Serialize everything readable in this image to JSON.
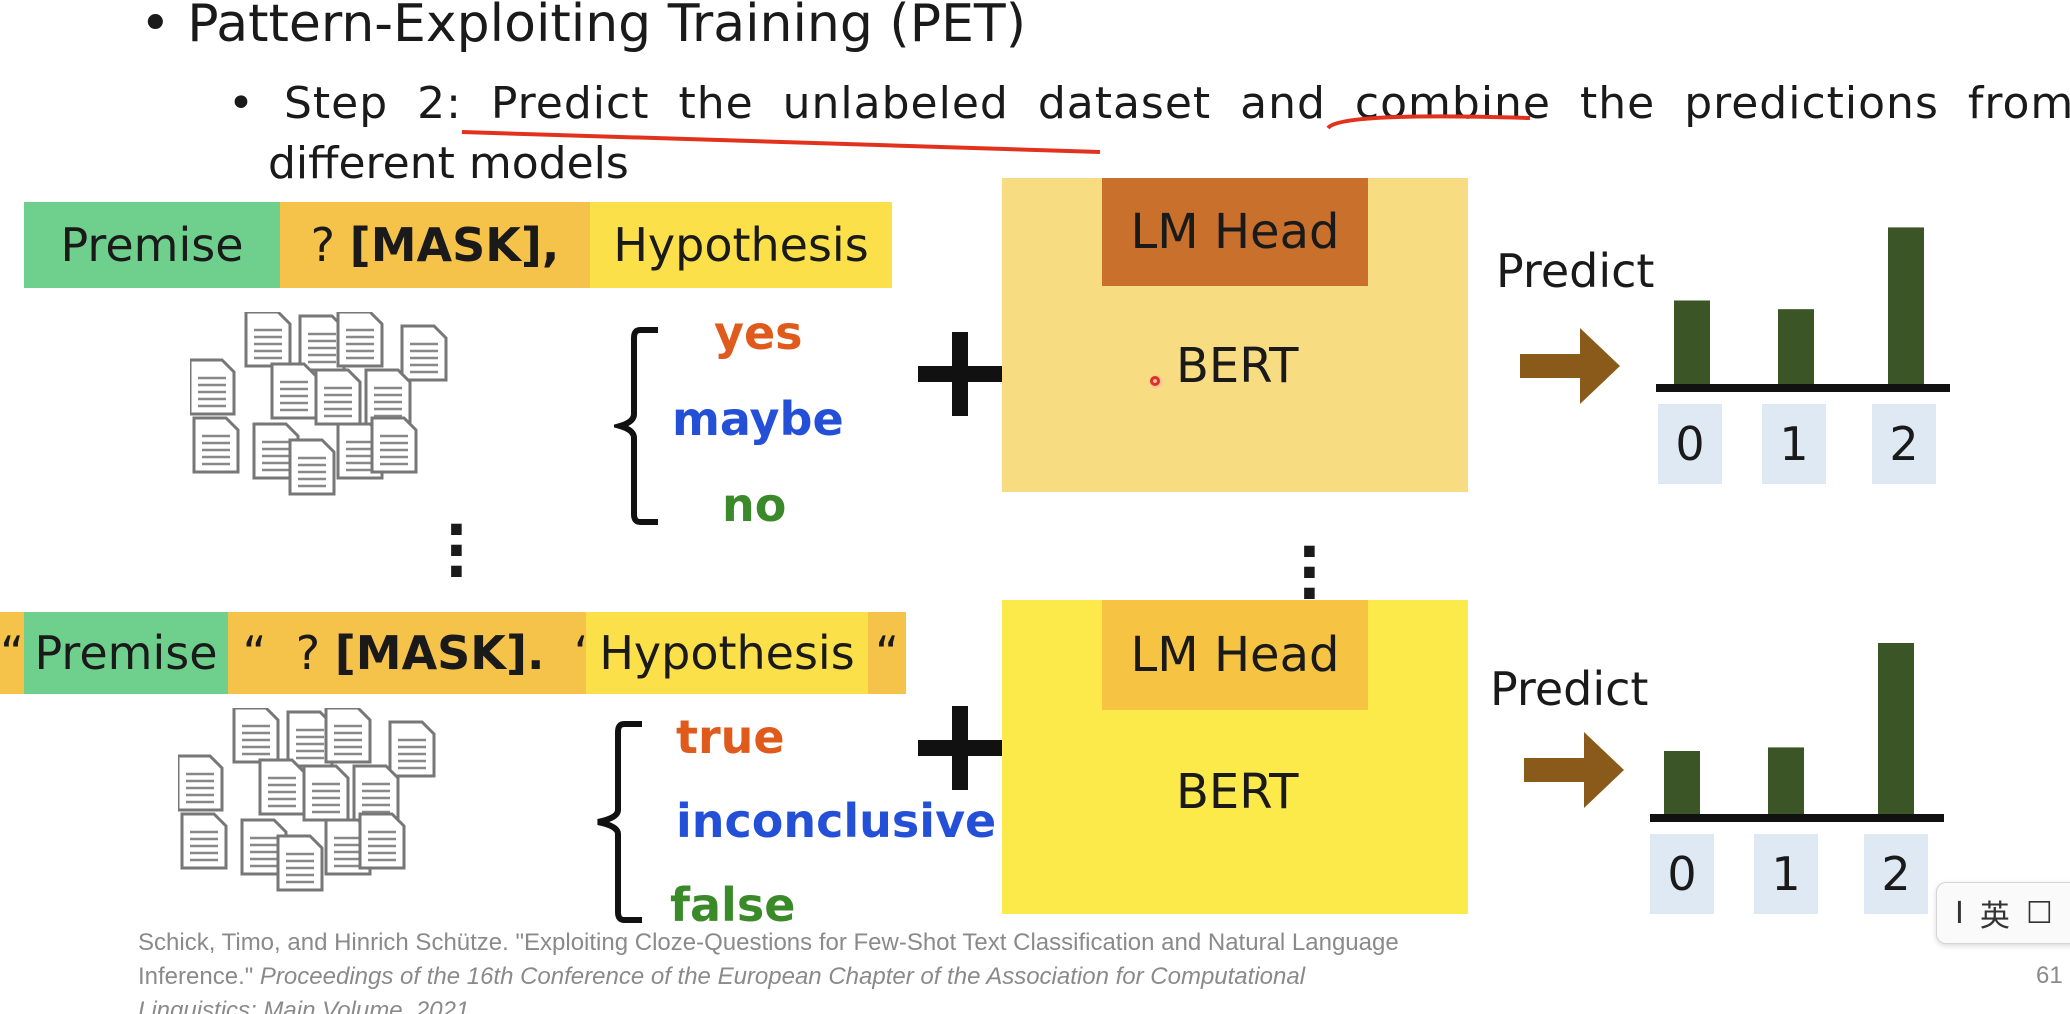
{
  "slide": {
    "bullet_main": "• Pattern-Exploiting Training (PET)",
    "bullet_sub_line1": "• Step 2: Predict the unlabeled dataset and combine the predictions from",
    "bullet_sub_line2": "different models"
  },
  "row1": {
    "premise": "Premise",
    "mask_prefix": "? ",
    "mask": "[MASK],",
    "hypothesis": "Hypothesis",
    "verbalizers": [
      "yes",
      "maybe",
      "no"
    ],
    "lm_head": "LM Head",
    "bert": "BERT",
    "predict": "Predict",
    "classes": [
      "0",
      "1",
      "2"
    ],
    "bar_values": [
      0.48,
      0.43,
      0.9
    ]
  },
  "row2": {
    "quote": "“",
    "premise": "Premise",
    "mask_prefix": "? ",
    "mask": "[MASK].",
    "hypothesis": "Hypothesis",
    "verbalizers": [
      "true",
      "inconclusive",
      "false"
    ],
    "lm_head": "LM Head",
    "bert": "BERT",
    "predict": "Predict",
    "classes": [
      "0",
      "1",
      "2"
    ],
    "bar_values": [
      0.35,
      0.37,
      0.95
    ]
  },
  "citation": {
    "line1": "Schick, Timo, and Hinrich Schütze. \"Exploiting Cloze-Questions for Few-Shot Text Classification and Natural Language",
    "line2_plain": "Inference.\" ",
    "line2_italic": "Proceedings of the 16th Conference of the European Chapter of the Association for Computational",
    "line3": "Linguistics: Main Volume. 2021."
  },
  "page_number": "61",
  "ime": {
    "separator": "I",
    "lang": "英",
    "box": "☐"
  },
  "colors": {
    "green_seg": "#6fd08e",
    "orange_seg": "#f6c34a",
    "yellow_seg": "#fbe04a",
    "lm_head_1": "#c8702c",
    "bert_1": "#f8dc82",
    "lm_head_2": "#f6c442",
    "bert_2": "#fbea4a",
    "bar": "#3b5526",
    "red": "#e05a1c",
    "blue": "#2450d8",
    "green": "#3a8a2a",
    "arrow": "#8a5a1a",
    "annot": "#e2321e"
  }
}
